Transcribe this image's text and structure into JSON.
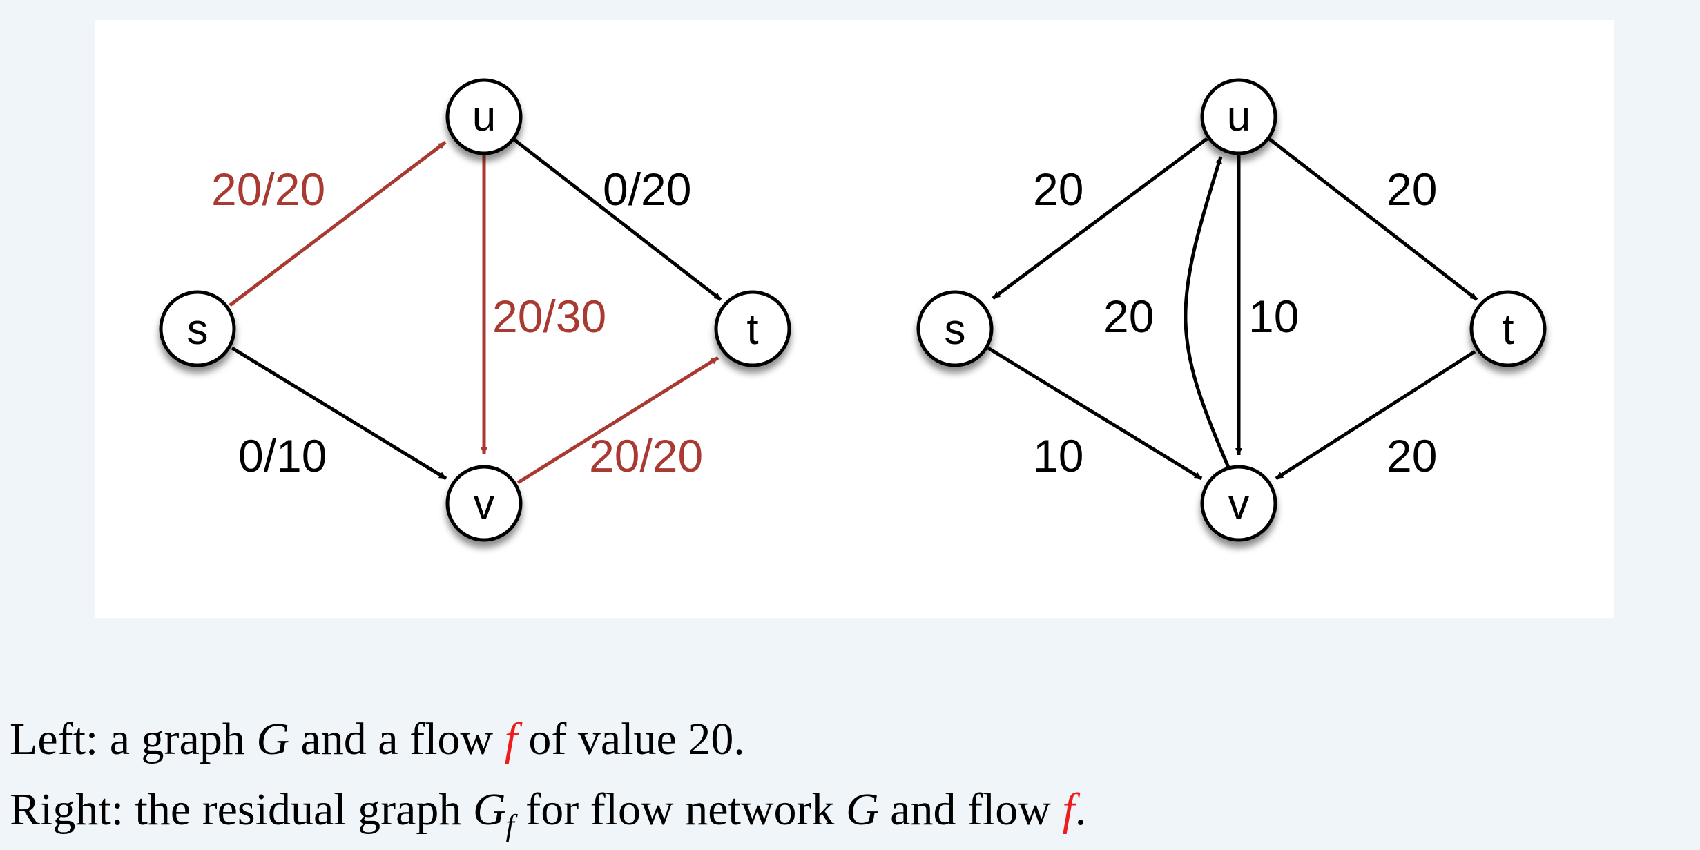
{
  "colors": {
    "background": "#f0f5fa",
    "panel": "#ffffff",
    "flow_edge": "#a83a32",
    "normal_edge": "#000000",
    "caption_highlight": "#ee1c1c"
  },
  "left_graph": {
    "nodes": {
      "s": "s",
      "u": "u",
      "t": "t",
      "v": "v"
    },
    "edges": {
      "su": {
        "label": "20/20",
        "from": "s",
        "to": "u",
        "flow": true
      },
      "uv": {
        "label": "20/30",
        "from": "u",
        "to": "v",
        "flow": true
      },
      "ut": {
        "label": "0/20",
        "from": "u",
        "to": "t",
        "flow": false
      },
      "sv": {
        "label": "0/10",
        "from": "s",
        "to": "v",
        "flow": false
      },
      "vt": {
        "label": "20/20",
        "from": "v",
        "to": "t",
        "flow": true
      }
    }
  },
  "right_graph": {
    "nodes": {
      "s": "s",
      "u": "u",
      "t": "t",
      "v": "v"
    },
    "edges": {
      "us": {
        "label": "20",
        "from": "u",
        "to": "s"
      },
      "ut": {
        "label": "20",
        "from": "u",
        "to": "t"
      },
      "vu": {
        "label": "20",
        "from": "v",
        "to": "u"
      },
      "uv": {
        "label": "10",
        "from": "u",
        "to": "v"
      },
      "sv": {
        "label": "10",
        "from": "s",
        "to": "v"
      },
      "tv": {
        "label": "20",
        "from": "t",
        "to": "v"
      }
    }
  },
  "caption": {
    "line1": {
      "prefix": "Left: a graph ",
      "G": "G",
      "mid": " and a flow ",
      "f": "f",
      "suffix": " of value 20."
    },
    "line2": {
      "prefix": "Right: the residual graph ",
      "G": "G",
      "sub": "f",
      "mid": " for flow network ",
      "G2": "G",
      "mid2": " and flow ",
      "f": "f",
      "suffix": "."
    }
  }
}
